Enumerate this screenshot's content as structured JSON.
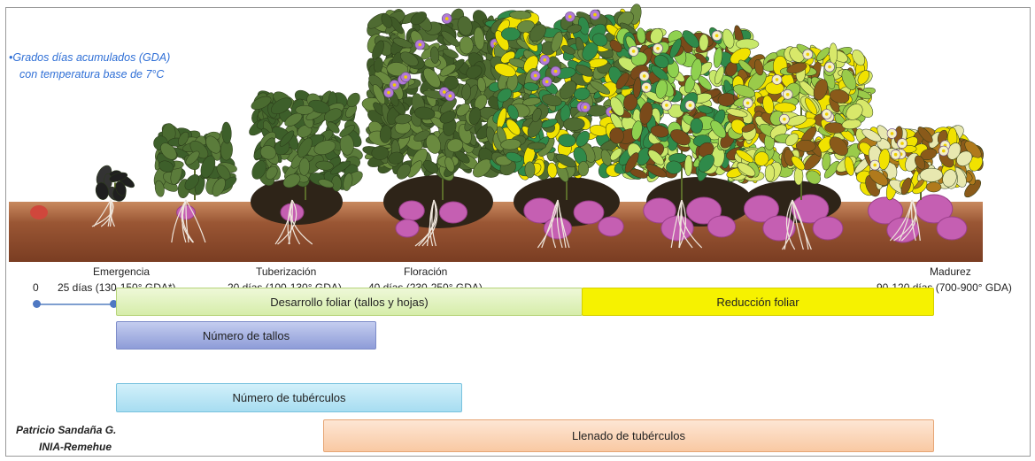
{
  "note": {
    "line1": "•Grados días acumulados (GDA)",
    "line2": "con temperatura base de 7°C"
  },
  "timeline": {
    "zero": "0",
    "emergencia": {
      "name": "Emergencia",
      "detail": "25 días (130-150° GDA*)"
    },
    "tuberizacion": {
      "name": "Tuberización",
      "detail": "20 días (100-130° GDA)"
    },
    "floracion": {
      "name": "Floración",
      "detail": "40 días (230-250° GDA)"
    },
    "madurez": {
      "name": "Madurez",
      "detail": "90-120 días (700-900° GDA)"
    }
  },
  "bars": {
    "foliar": "Desarrollo foliar (tallos y hojas)",
    "reduccion": "Reducción foliar",
    "tallos": "Número de tallos",
    "tuberculos": "Número de tubérculos",
    "llenado": "Llenado de tubérculos"
  },
  "colors": {
    "foliar": "#dff0bd",
    "reduccion": "#f6f200",
    "tallos": "#a3afe0",
    "tuberculos": "#bde6f5",
    "llenado": "#fbd6b8",
    "soil": "#8a4a2a",
    "timeline": "#4f78c2",
    "note": "#2f6fd6"
  },
  "credit": {
    "name": "Patricio Sandaña G.",
    "org": "INIA-Remehue"
  }
}
